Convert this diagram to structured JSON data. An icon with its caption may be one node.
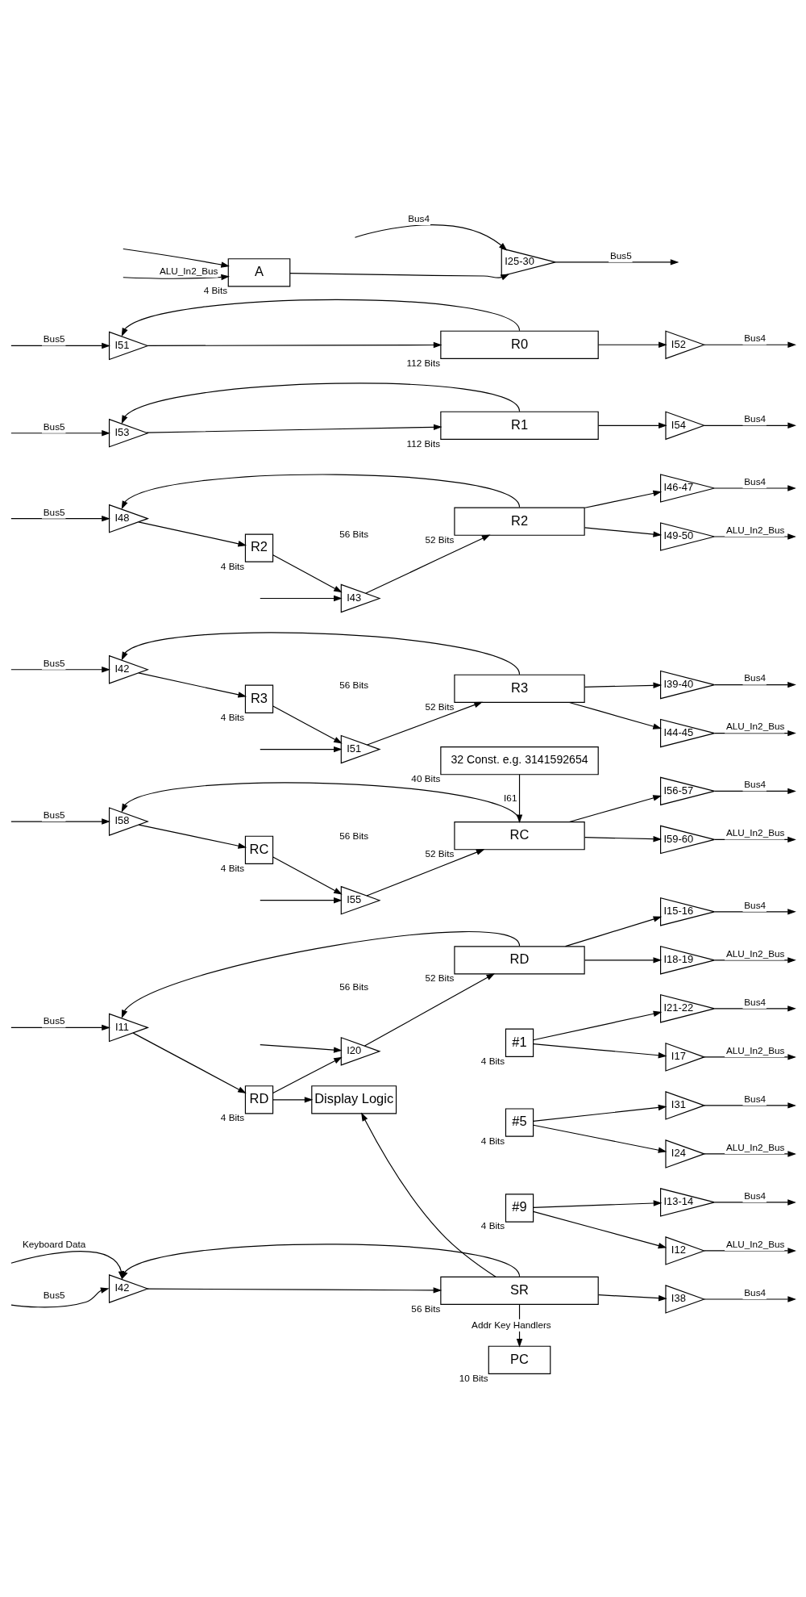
{
  "diagram": {
    "nodes": [
      {
        "text": [
          "A"
        ],
        "beside": [
          "4 Bits"
        ]
      },
      {
        "text": [
          "I25-30"
        ]
      },
      {
        "text": [
          "I51"
        ]
      },
      {
        "text": [
          "R0"
        ],
        "beside": [
          "112 Bits"
        ]
      },
      {
        "text": [
          "I52"
        ]
      },
      {
        "text": [
          "I53"
        ]
      },
      {
        "text": [
          "R1"
        ],
        "beside": [
          "112 Bits"
        ]
      },
      {
        "text": [
          "I54"
        ]
      },
      {
        "text": [
          "I48"
        ]
      },
      {
        "text": [
          "R2"
        ],
        "beside": [
          "4 Bits"
        ]
      },
      {
        "text": [
          "I43"
        ]
      },
      {
        "text": [
          "R2"
        ],
        "beside": [
          "52 Bits"
        ]
      },
      {
        "text": [
          "I46-47"
        ]
      },
      {
        "text": [
          "I49-50"
        ]
      },
      {
        "text": [
          "I42"
        ]
      },
      {
        "text": [
          "R3"
        ],
        "beside": [
          "4 Bits"
        ]
      },
      {
        "text": [
          "I51"
        ]
      },
      {
        "text": [
          "R3"
        ],
        "beside": [
          "52 Bits"
        ]
      },
      {
        "text": [
          "I39-40"
        ]
      },
      {
        "text": [
          "I44-45"
        ]
      },
      {
        "text": [
          "I58"
        ]
      },
      {
        "text": [
          "RC"
        ],
        "beside": [
          "4 Bits"
        ]
      },
      {
        "text": [
          "I55"
        ]
      },
      {
        "text": [
          "RC"
        ],
        "beside": [
          "52 Bits"
        ]
      },
      {
        "text": [
          "I56-57"
        ]
      },
      {
        "text": [
          "I59-60"
        ]
      },
      {
        "text": [
          "32 Const. e.g. 3141592654"
        ],
        "beside": [
          "40 Bits"
        ]
      },
      {
        "text": [
          "I11"
        ]
      },
      {
        "text": [
          "RD"
        ],
        "beside": [
          "4 Bits"
        ]
      },
      {
        "text": [
          "I20"
        ]
      },
      {
        "text": [
          "RD"
        ],
        "beside": [
          "52 Bits"
        ]
      },
      {
        "text": [
          "I15-16"
        ]
      },
      {
        "text": [
          "I18-19"
        ]
      },
      {
        "text": [
          "Display Logic"
        ]
      },
      {
        "text": [
          "#1"
        ],
        "beside": [
          "4 Bits"
        ]
      },
      {
        "text": [
          "I21-22"
        ]
      },
      {
        "text": [
          "I17"
        ]
      },
      {
        "text": [
          "#5"
        ],
        "beside": [
          "4 Bits"
        ]
      },
      {
        "text": [
          "I31"
        ]
      },
      {
        "text": [
          "I24"
        ]
      },
      {
        "text": [
          "#9"
        ],
        "beside": [
          "4 Bits"
        ]
      },
      {
        "text": [
          "I13-14"
        ]
      },
      {
        "text": [
          "I12"
        ]
      },
      {
        "text": [
          "I42"
        ]
      },
      {
        "text": [
          "SR"
        ],
        "beside": [
          "56 Bits"
        ]
      },
      {
        "text": [
          "I38"
        ]
      },
      {
        "text": [
          "PC"
        ],
        "beside": [
          "10 Bits"
        ]
      }
    ],
    "edges": [
      {
        "from": null,
        "to": 1,
        "arrow": "to",
        "label": "Bus4"
      },
      {
        "from": null,
        "to": 0,
        "arrow": "to"
      },
      {
        "from": null,
        "to": 0,
        "arrow": "to",
        "label": "ALU_In2_Bus"
      },
      {
        "from": 0,
        "to": 1,
        "arrow": "to"
      },
      {
        "from": 1,
        "to": null,
        "arrow": "to",
        "label": "Bus5"
      },
      {
        "from": null,
        "to": 2,
        "arrow": "to",
        "label": "Bus5"
      },
      {
        "from": 2,
        "to": 3,
        "arrow": "to"
      },
      {
        "from": 3,
        "to": 4,
        "arrow": "to"
      },
      {
        "from": 3,
        "to": 2,
        "arrow": "to"
      },
      {
        "from": 4,
        "to": null,
        "arrow": "to",
        "label": "Bus4"
      },
      {
        "from": null,
        "to": 5,
        "arrow": "to",
        "label": "Bus5"
      },
      {
        "from": 5,
        "to": 6,
        "arrow": "to"
      },
      {
        "from": 6,
        "to": 7,
        "arrow": "to"
      },
      {
        "from": 6,
        "to": 5,
        "arrow": "to"
      },
      {
        "from": 7,
        "to": null,
        "arrow": "to",
        "label": "Bus4"
      },
      {
        "from": null,
        "to": 8,
        "arrow": "to",
        "label": "Bus5"
      },
      {
        "from": null,
        "to": 10,
        "arrow": "to"
      },
      {
        "from": 8,
        "to": 9,
        "arrow": "to"
      },
      {
        "from": 9,
        "to": 10,
        "arrow": "to"
      },
      {
        "from": 10,
        "to": 11,
        "arrow": "to"
      },
      {
        "from": 11,
        "to": 12,
        "arrow": "to"
      },
      {
        "from": 11,
        "to": 13,
        "arrow": "to"
      },
      {
        "from": 11,
        "to": 8,
        "arrow": "to"
      },
      {
        "from": 12,
        "to": null,
        "arrow": "to",
        "label": "Bus4"
      },
      {
        "from": 13,
        "to": null,
        "arrow": "to",
        "label": "ALU_In2_Bus"
      },
      {
        "from": null,
        "to": 14,
        "arrow": "to",
        "label": "Bus5"
      },
      {
        "from": null,
        "to": 16,
        "arrow": "to"
      },
      {
        "from": 14,
        "to": 15,
        "arrow": "to"
      },
      {
        "from": 15,
        "to": 16,
        "arrow": "to"
      },
      {
        "from": 16,
        "to": 17,
        "arrow": "to"
      },
      {
        "from": 17,
        "to": 18,
        "arrow": "to"
      },
      {
        "from": 17,
        "to": 19,
        "arrow": "to"
      },
      {
        "from": 17,
        "to": 14,
        "arrow": "to"
      },
      {
        "from": 18,
        "to": null,
        "arrow": "to",
        "label": "Bus4"
      },
      {
        "from": 19,
        "to": null,
        "arrow": "to",
        "label": "ALU_In2_Bus"
      },
      {
        "from": null,
        "to": 20,
        "arrow": "to",
        "label": "Bus5"
      },
      {
        "from": null,
        "to": 22,
        "arrow": "to"
      },
      {
        "from": 20,
        "to": 21,
        "arrow": "to"
      },
      {
        "from": 21,
        "to": 22,
        "arrow": "to"
      },
      {
        "from": 22,
        "to": 23,
        "arrow": "to"
      },
      {
        "from": 23,
        "to": 24,
        "arrow": "to"
      },
      {
        "from": 23,
        "to": 25,
        "arrow": "to"
      },
      {
        "from": 23,
        "to": 20,
        "arrow": "to"
      },
      {
        "from": 24,
        "to": null,
        "arrow": "to",
        "label": "Bus4"
      },
      {
        "from": 25,
        "to": null,
        "arrow": "to",
        "label": "ALU_In2_Bus"
      },
      {
        "from": 26,
        "to": 23,
        "arrow": "to",
        "label": "I61"
      },
      {
        "from": null,
        "to": 27,
        "arrow": "to",
        "label": "Bus5"
      },
      {
        "from": null,
        "to": 29,
        "arrow": "to"
      },
      {
        "from": 27,
        "to": 28,
        "arrow": "to"
      },
      {
        "from": 28,
        "to": 29,
        "arrow": "to"
      },
      {
        "from": 29,
        "to": 30,
        "arrow": "to"
      },
      {
        "from": 30,
        "to": 31,
        "arrow": "to"
      },
      {
        "from": 30,
        "to": 32,
        "arrow": "to"
      },
      {
        "from": 30,
        "to": 27,
        "arrow": "to"
      },
      {
        "from": 31,
        "to": null,
        "arrow": "to",
        "label": "Bus4"
      },
      {
        "from": 32,
        "to": null,
        "arrow": "to",
        "label": "ALU_In2_Bus"
      },
      {
        "from": 28,
        "to": 33,
        "arrow": "to"
      },
      {
        "from": 34,
        "to": 35,
        "arrow": "to"
      },
      {
        "from": 34,
        "to": 36,
        "arrow": "to"
      },
      {
        "from": 35,
        "to": null,
        "arrow": "to",
        "label": "Bus4"
      },
      {
        "from": 36,
        "to": null,
        "arrow": "to",
        "label": "ALU_In2_Bus"
      },
      {
        "from": 37,
        "to": 38,
        "arrow": "to"
      },
      {
        "from": 37,
        "to": 39,
        "arrow": "to"
      },
      {
        "from": 38,
        "to": null,
        "arrow": "to",
        "label": "Bus4"
      },
      {
        "from": 39,
        "to": null,
        "arrow": "to",
        "label": "ALU_In2_Bus"
      },
      {
        "from": 40,
        "to": 41,
        "arrow": "to"
      },
      {
        "from": 40,
        "to": 42,
        "arrow": "to"
      },
      {
        "from": 41,
        "to": null,
        "arrow": "to",
        "label": "Bus4"
      },
      {
        "from": 42,
        "to": null,
        "arrow": "to",
        "label": "ALU_In2_Bus"
      },
      {
        "from": null,
        "to": 43,
        "arrow": "to",
        "label": "Keyboard Data"
      },
      {
        "from": null,
        "to": 43,
        "arrow": "to",
        "label": "Bus5"
      },
      {
        "from": 43,
        "to": 44,
        "arrow": "to"
      },
      {
        "from": 44,
        "to": 45,
        "arrow": "to"
      },
      {
        "from": 44,
        "to": 43,
        "arrow": "to"
      },
      {
        "from": 45,
        "to": null,
        "arrow": "to",
        "label": "Bus4"
      },
      {
        "from": 44,
        "to": 46,
        "arrow": "to",
        "label": "Addr Key Handlers"
      },
      {
        "from": 44,
        "to": 33,
        "arrow": "to"
      }
    ],
    "labels": [
      "56 Bits",
      "56 Bits",
      "56 Bits",
      "56 Bits"
    ]
  }
}
